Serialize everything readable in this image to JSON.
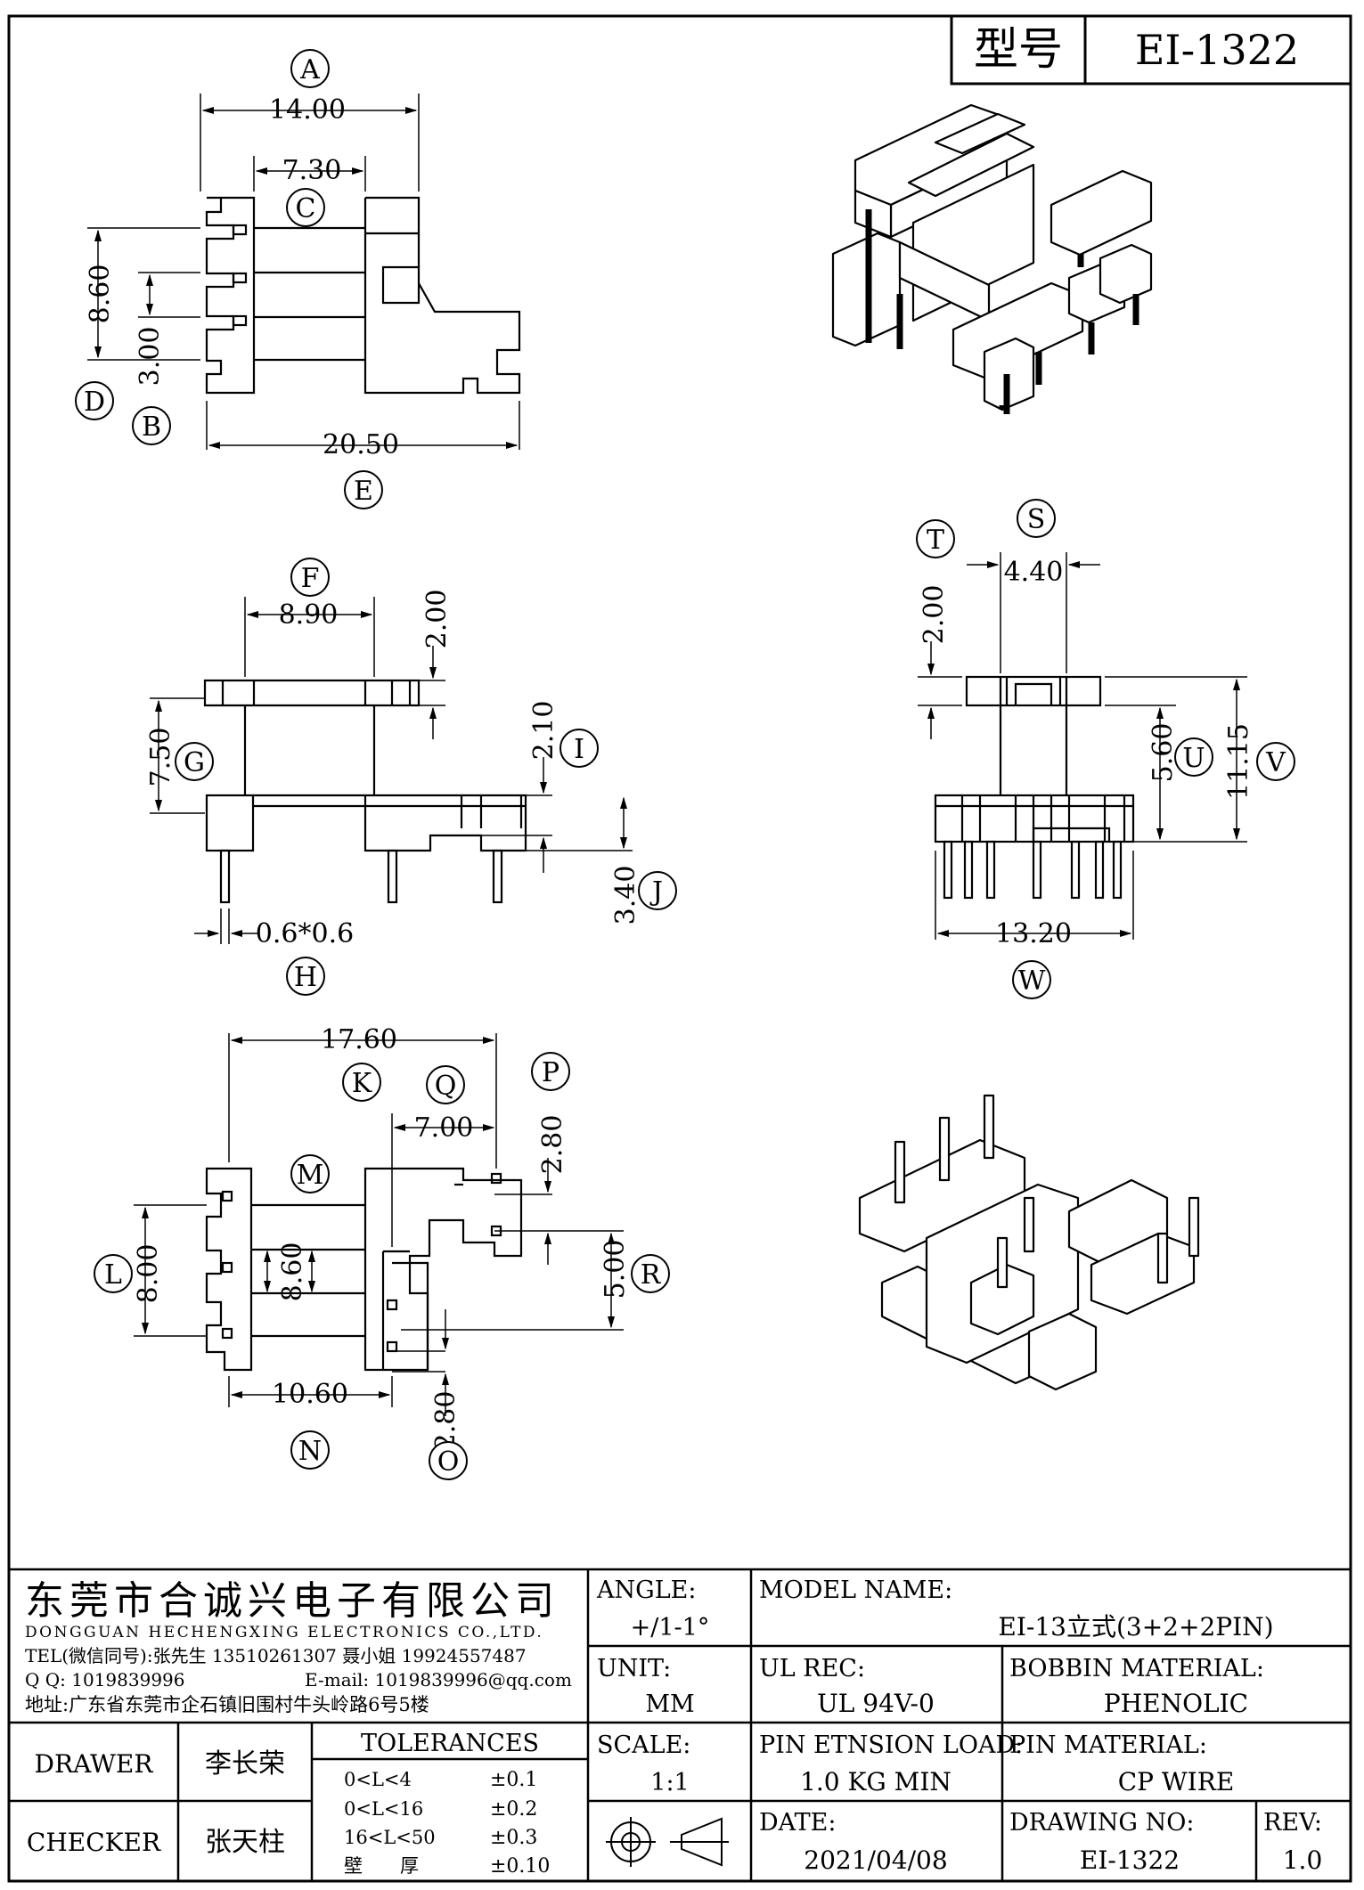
{
  "header": {
    "model_label": "型号",
    "model_value": "EI-1322"
  },
  "dimensions": {
    "d14_00": "14.00",
    "d7_30": "7.30",
    "d8_60_side": "8.60",
    "d3_00": "3.00",
    "d20_50": "20.50",
    "d8_90": "8.90",
    "d2_00_a": "2.00",
    "d7_50": "7.50",
    "d2_10": "2.10",
    "d3_40": "3.40",
    "d0_6x0_6": "0.6*0.6",
    "d4_40": "4.40",
    "d2_00_b": "2.00",
    "d5_60": "5.60",
    "d11_15": "11.15",
    "d13_20": "13.20",
    "d17_60": "17.60",
    "d7_00": "7.00",
    "d2_80_a": "2.80",
    "d8_00": "8.00",
    "d8_60_bot": "8.60",
    "d5_00": "5.00",
    "d10_60": "10.60",
    "d2_80_b": "2.80"
  },
  "markers": {
    "A": "A",
    "B": "B",
    "C": "C",
    "D": "D",
    "E": "E",
    "F": "F",
    "G": "G",
    "H": "H",
    "I": "I",
    "J": "J",
    "K": "K",
    "L": "L",
    "M": "M",
    "N": "N",
    "O": "O",
    "P": "P",
    "Q": "Q",
    "R": "R",
    "S": "S",
    "T": "T",
    "U": "U",
    "V": "V",
    "W": "W"
  },
  "company": {
    "name_cn": "东莞市合诚兴电子有限公司",
    "name_en": "DONGGUAN HECHENGXING ELECTRONICS CO.,LTD.",
    "tel": "TEL(微信同号):张先生 13510261307 聂小姐 19924557487",
    "qq": "Q Q: 1019839996",
    "email": "E-mail: 1019839996@qq.com",
    "address": "地址:广东省东莞市企石镇旧围村牛头岭路6号5楼"
  },
  "info": {
    "angle_label": "ANGLE:",
    "angle_value": "+/1-1°",
    "model_name_label": "MODEL NAME:",
    "model_name_value": "EI-13立式(3+2+2PIN)",
    "unit_label": "UNIT:",
    "unit_value": "MM",
    "ul_label": "UL REC:",
    "ul_value": "UL 94V-0",
    "bobbin_label": "BOBBIN MATERIAL:",
    "bobbin_value": "PHENOLIC",
    "scale_label": "SCALE:",
    "scale_value": "1:1",
    "pin_load_label": "PIN ETNSION LOAD:",
    "pin_load_value": "1.0 KG MIN",
    "pin_mat_label": "PIN MATERIAL:",
    "pin_mat_value": "CP WIRE",
    "date_label": "DATE:",
    "date_value": "2021/04/08",
    "drawing_no_label": "DRAWING NO:",
    "drawing_no_value": "EI-1322",
    "rev_label": "REV:",
    "rev_value": "1.0"
  },
  "people": {
    "drawer_label": "DRAWER",
    "drawer_name": "李长荣",
    "checker_label": "CHECKER",
    "checker_name": "张天柱"
  },
  "tolerances": {
    "title": "TOLERANCES",
    "rows": [
      {
        "range": "0<L<4",
        "value": "±0.1"
      },
      {
        "range": "0<L<16",
        "value": "±0.2"
      },
      {
        "range": "16<L<50",
        "value": "±0.3"
      },
      {
        "range": "壁　　厚",
        "value": "±0.10"
      }
    ]
  }
}
